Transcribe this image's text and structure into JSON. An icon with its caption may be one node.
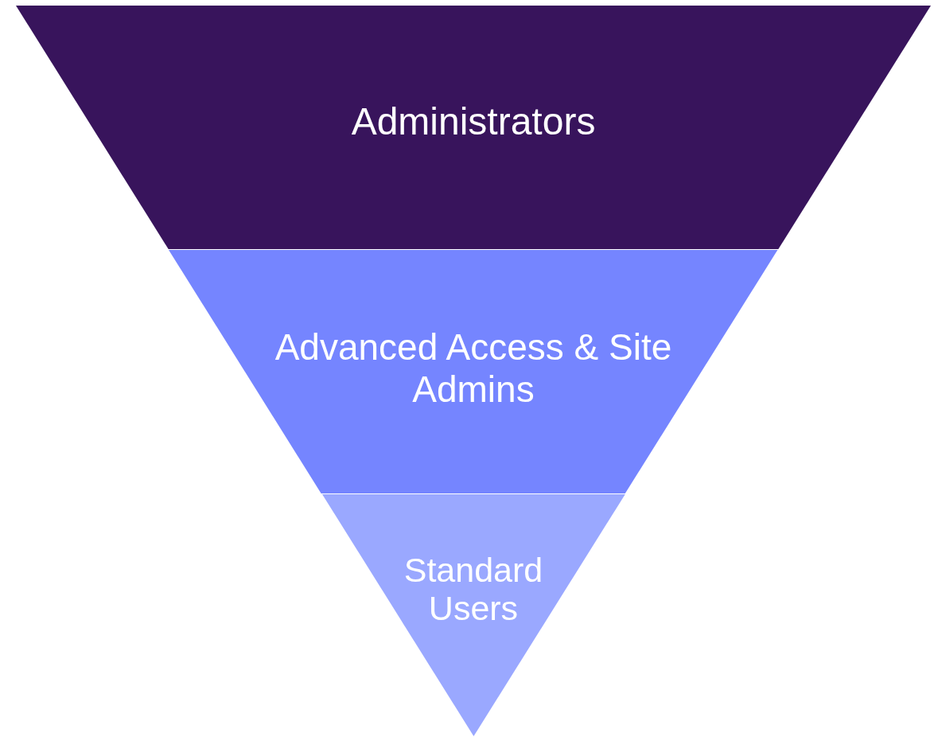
{
  "diagram": {
    "nodes": [
      {
        "text": [
          "Administrators"
        ]
      },
      {
        "text": [
          "Advanced Access & Site Admins"
        ]
      },
      {
        "text": [
          "Standard Users"
        ]
      }
    ]
  }
}
